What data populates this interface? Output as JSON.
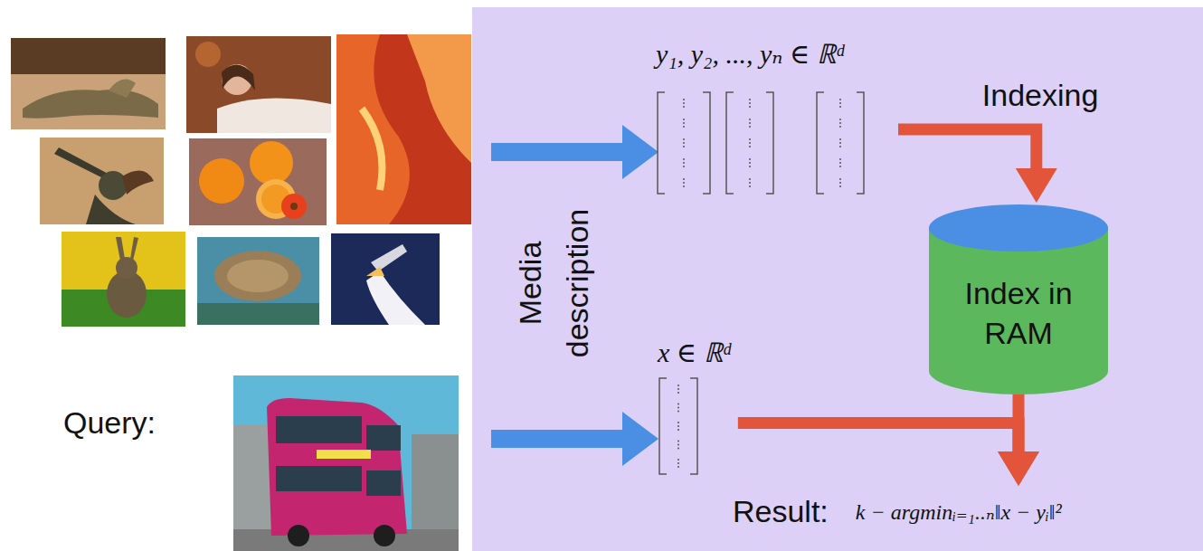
{
  "diagram": {
    "nodes": [
      {
        "text": [
          "y₁, y₂, ..., yₙ ∈ ℝᵈ"
        ]
      },
      {
        "text": [
          "Index in RAM"
        ]
      },
      {
        "text": [
          "x ∈ ℝᵈ"
        ]
      },
      {
        "text": [
          "Result:",
          "k − argminᵢ₌₁..ₙ‖x − yᵢ‖²"
        ]
      }
    ],
    "edges": [
      {
        "from": 0,
        "to": 1,
        "arrow": "to",
        "label": "Indexing"
      },
      {
        "from": 1,
        "to": 3,
        "arrow": "to"
      },
      {
        "from": 2,
        "to": 3,
        "arrow": "to"
      }
    ],
    "labels": [
      "Query:",
      "Media description"
    ]
  }
}
